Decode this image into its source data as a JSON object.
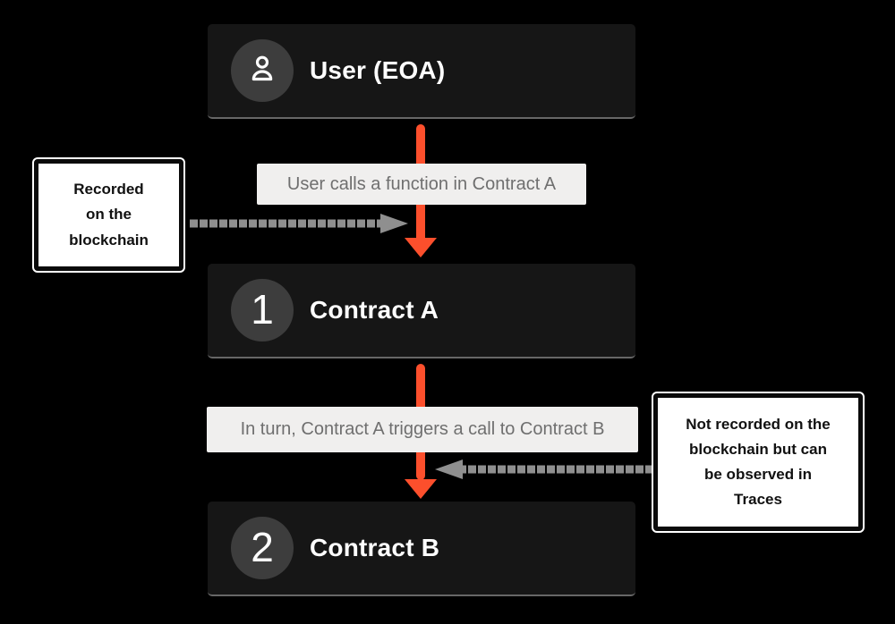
{
  "background": "#000000",
  "palette": {
    "node_bg": "#161616",
    "node_bottom_edge": "#5f5f5f",
    "badge_bg": "#3d3d3d",
    "accent_orange": "#fc4f2c",
    "arrow_gray": "#8f8f8f",
    "label_bg": "#f0efee",
    "label_text": "#6f6f6f",
    "note_bg": "#ffffff",
    "note_border": "#0a0a0a",
    "note_text": "#111111"
  },
  "nodes": [
    {
      "id": "user-eoa",
      "label": "User (EOA)",
      "badge": "user-icon"
    },
    {
      "id": "contract-a",
      "label": "Contract A",
      "badge": "1"
    },
    {
      "id": "contract-b",
      "label": "Contract B",
      "badge": "2"
    }
  ],
  "flow_labels": [
    {
      "text": "User calls a function in Contract A"
    },
    {
      "text": "In turn, Contract A triggers a call to Contract B"
    }
  ],
  "annotations": [
    {
      "side": "left",
      "text": "Recorded\non the\nblockchain"
    },
    {
      "side": "right",
      "text": "Not recorded on the\nblockchain but can\nbe observed in\nTraces"
    }
  ]
}
